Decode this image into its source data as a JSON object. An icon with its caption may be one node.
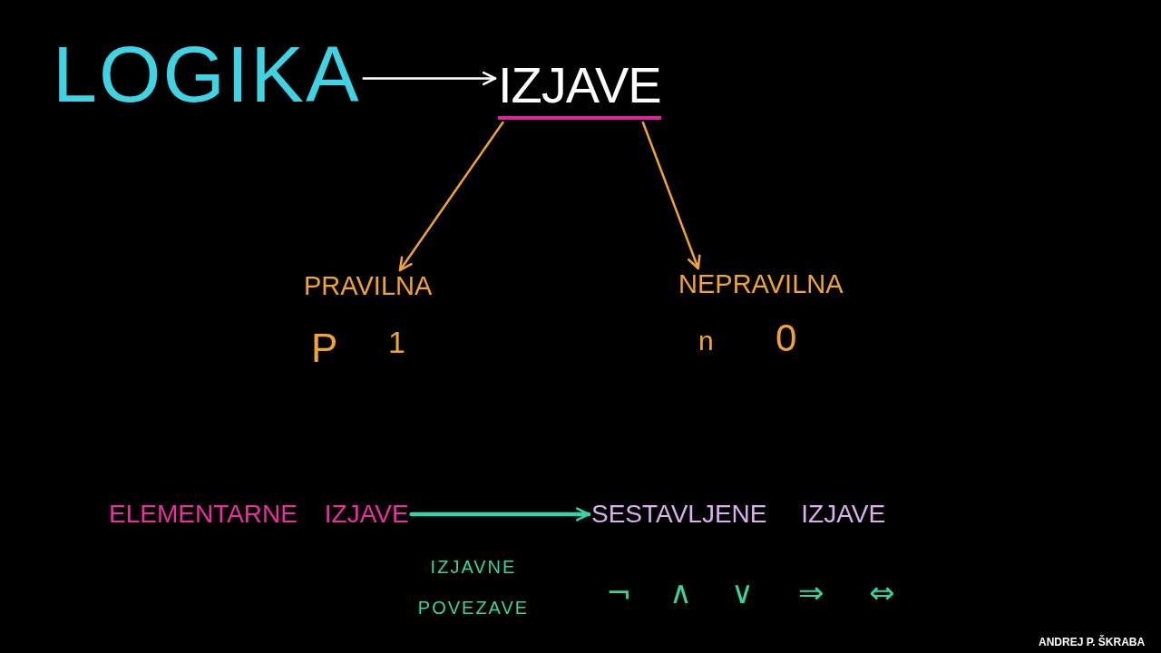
{
  "diagram": {
    "nodes": [
      {
        "text": [
          "LOGIKA"
        ]
      },
      {
        "text": [
          "IZJAVE"
        ]
      },
      {
        "text": [
          "PRAVILNA"
        ],
        "beside": [
          "P",
          "1"
        ]
      },
      {
        "text": [
          "NEPRAVILNA"
        ],
        "beside": [
          "n",
          "0"
        ]
      },
      {
        "text": [
          "ELEMENTARNE IZJAVE"
        ]
      },
      {
        "text": [
          "SESTAVLJENE IZJAVE"
        ]
      }
    ],
    "edges": [
      {
        "from": 0,
        "to": 1,
        "arrow": "to",
        "color": "#ffffff"
      },
      {
        "from": 1,
        "to": 2,
        "arrow": "to"
      },
      {
        "from": 1,
        "to": 3,
        "arrow": "to"
      },
      {
        "from": 4,
        "to": 5,
        "arrow": "to",
        "style": "thick",
        "color": "#35d3a6"
      }
    ],
    "labels": [
      "IZJAVNE POVEZAVE",
      "¬",
      "∧",
      "∨",
      "⇒",
      "⇔",
      "ANDREJ P. ŠKRABA"
    ]
  }
}
